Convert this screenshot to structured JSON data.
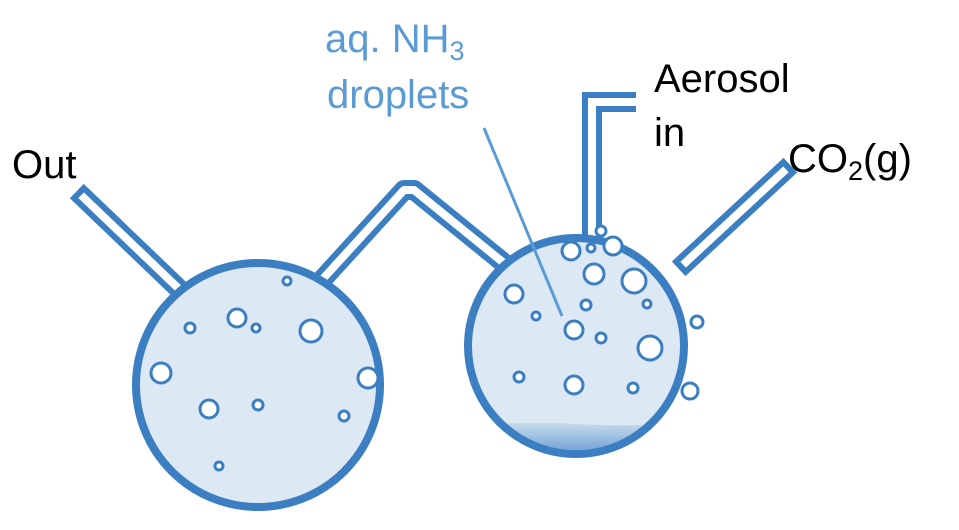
{
  "labels": {
    "out": "Out",
    "droplets_prefix": "aq. NH",
    "droplets_subscript": "3",
    "droplets_line2": "droplets",
    "aerosol_line1": "Aerosol",
    "aerosol_line2": "in",
    "co2_prefix": "CO",
    "co2_subscript": "2",
    "co2_suffix": "(g)"
  },
  "colors": {
    "outline": "#3b7fc2",
    "flask_fill": "#dce8f4",
    "tube_inner": "#ffffff",
    "annotation_text": "#5b9bd5",
    "label_text": "#000000",
    "liquid_top": "#cfe0f0",
    "liquid_bottom": "#3b7fc2"
  },
  "icons": {
    "left_flask": "round-flask",
    "right_flask": "round-flask-with-liquid"
  }
}
